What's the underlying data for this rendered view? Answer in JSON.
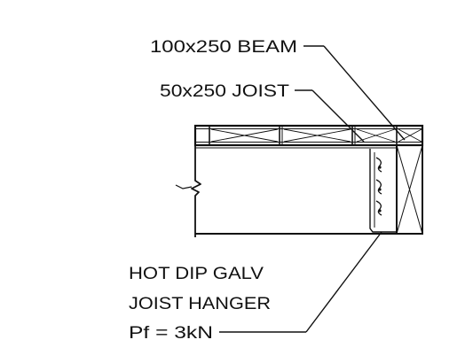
{
  "labels": {
    "beam": "100x250 BEAM",
    "joist": "50x250 JOIST",
    "hanger": [
      "HOT DIP GALV",
      "JOIST HANGER",
      "Pf = 3kN"
    ]
  },
  "colors": {
    "ink": "#111111",
    "background": "#ffffff"
  }
}
